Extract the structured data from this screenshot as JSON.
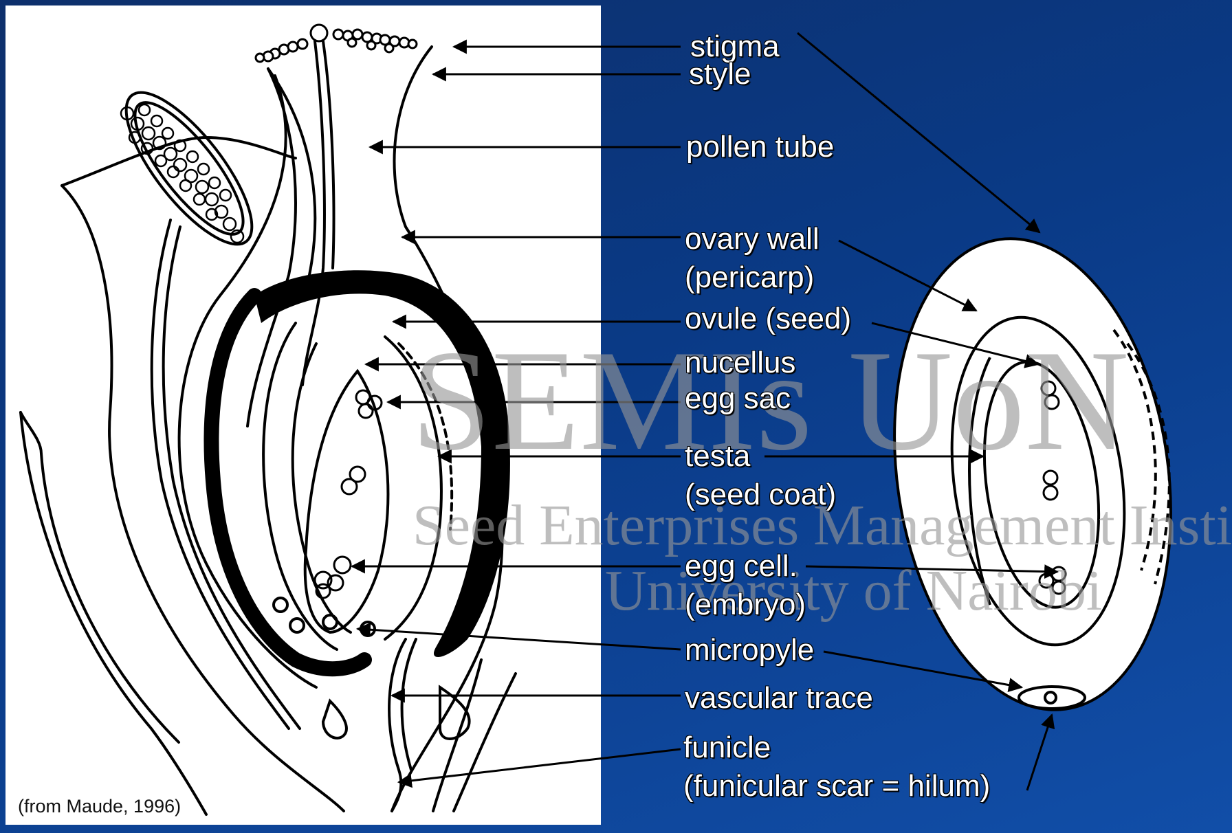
{
  "labels": {
    "stigma": "stigma",
    "style": "style",
    "pollen_tube": "pollen tube",
    "ovary_wall": "ovary wall",
    "pericarp": "(pericarp)",
    "ovule": "ovule (seed)",
    "nucellus": "nucellus",
    "egg_sac": "egg sac",
    "testa": "testa",
    "seed_coat": "(seed coat)",
    "egg_cell": "egg cell.",
    "embryo": "(embryo)",
    "micropyle": "micropyle",
    "vascular_trace": "vascular trace",
    "funicle": "funicle",
    "hilum": "(funicular scar = hilum)"
  },
  "credit": "(from Maude, 1996)",
  "watermark": {
    "title": "SEMIs UoN",
    "line1": "Seed Enterprises Management Instit",
    "line2": "University of Nairobi"
  },
  "colors": {
    "background": "#0a3a86",
    "panel": "#ffffff",
    "label_text": "#ffffff",
    "watermark": "#969696"
  }
}
